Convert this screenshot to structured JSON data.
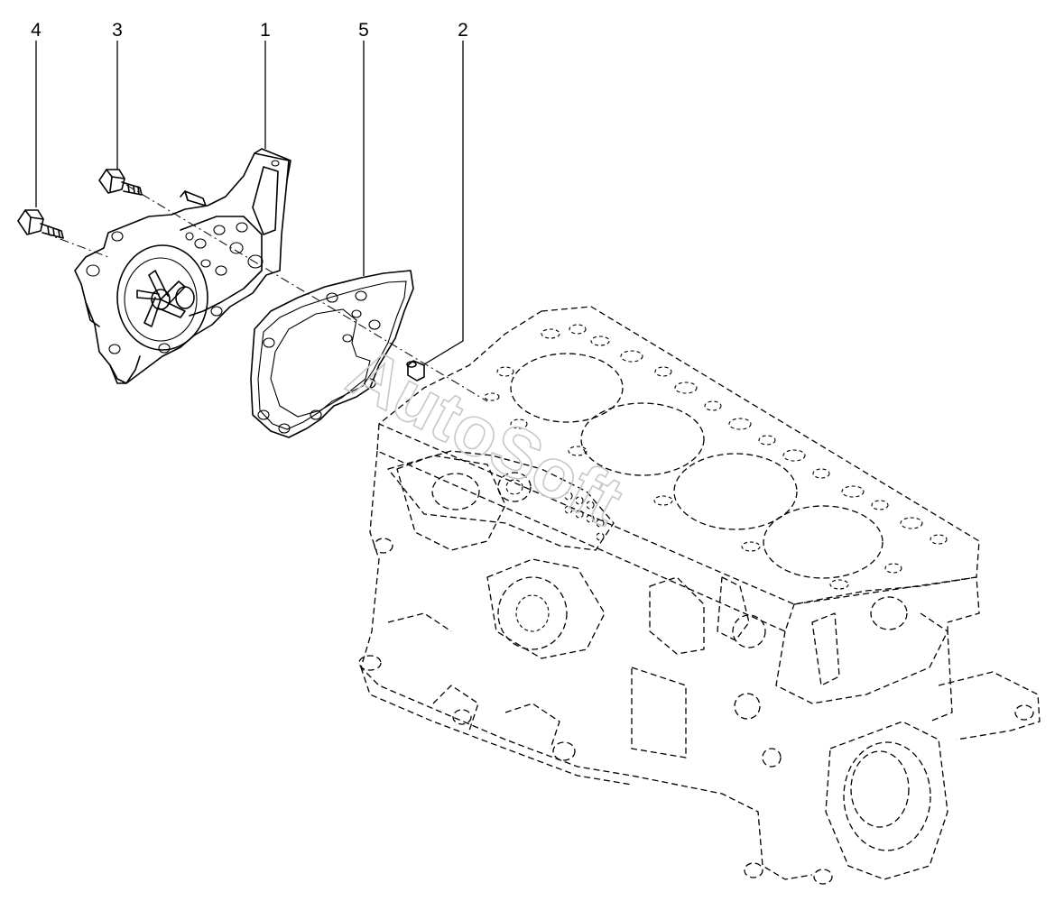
{
  "callouts": [
    {
      "id": "4",
      "label": "4"
    },
    {
      "id": "3",
      "label": "3"
    },
    {
      "id": "1",
      "label": "1"
    },
    {
      "id": "5",
      "label": "5"
    },
    {
      "id": "2",
      "label": "2"
    }
  ],
  "watermark": "AutoSoft"
}
